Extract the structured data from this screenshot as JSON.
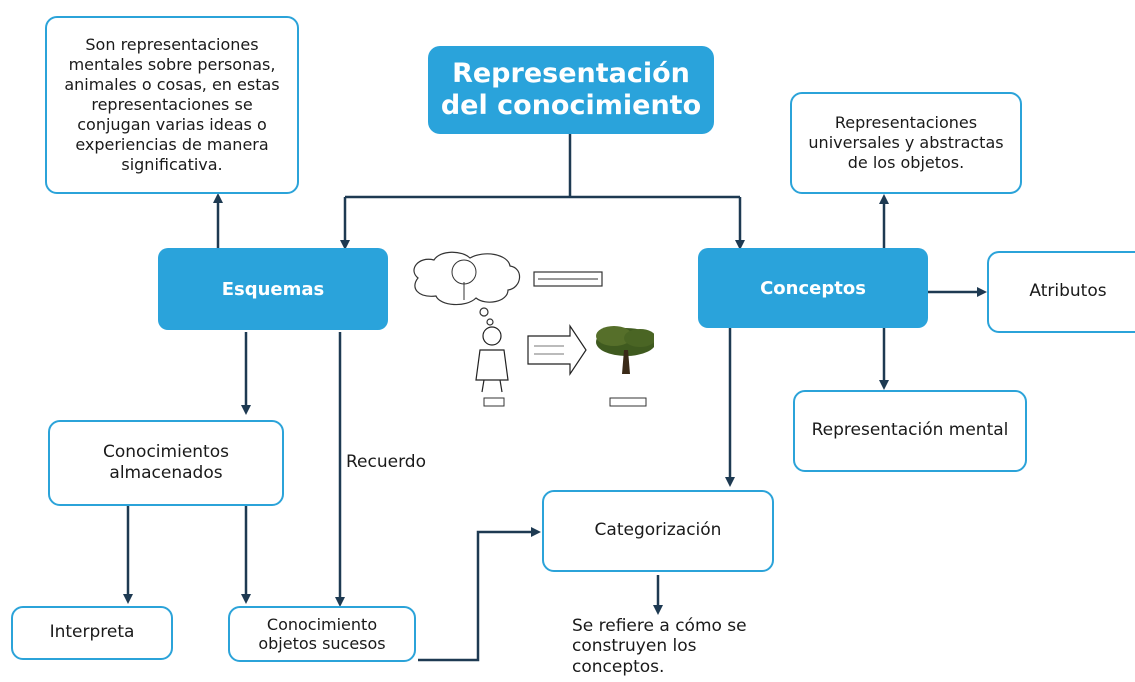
{
  "main_title": "Representación del conocimiento",
  "schemas": {
    "label": "Esquemas",
    "definition": "Son representaciones mentales sobre personas, animales o cosas, en estas representaciones se conjugan varias ideas o experiencias de manera significativa.",
    "stored": "Conocimientos almacenados",
    "interprets": "Interpreta",
    "recall": "Recuerdo",
    "objects_events": "Conocimiento objetos sucesos"
  },
  "concepts": {
    "label": "Conceptos",
    "definition": "Representaciones universales y abstractas de los objetos.",
    "attributes": "Atributos",
    "mental_rep": "Representación mental",
    "categorization": "Categorización",
    "categorization_note": "Se refiere a cómo se construyen los conceptos."
  },
  "colors": {
    "accent": "#2aa3db",
    "arrow": "#1e3a52"
  }
}
